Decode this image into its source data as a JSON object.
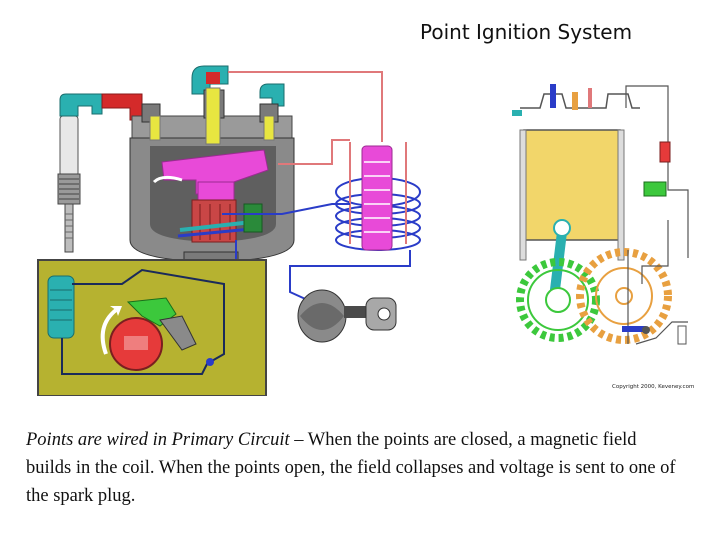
{
  "slide": {
    "title": "Point Ignition System",
    "caption": {
      "italic_lead": "Points are wired in Primary Circuit",
      "dash": " – ",
      "body": "When the points are closed, a magnetic field builds in the coil. When the points open, the field collapses and voltage is sent to one of the spark plug."
    },
    "figures": {
      "engine": {
        "copyright": "Copyright 2000, Keveney.com"
      }
    },
    "colors": {
      "ignition_wire": "#e0787a",
      "primary_wire": "#2a3cc8",
      "rotor": "#e84ad8",
      "insulator": "#e8e640",
      "cap_body": "#8a8a8a",
      "breaker_plate": "#b6b230",
      "cam": "#e63a3a",
      "piston_fill": "#f2d66a"
    }
  }
}
